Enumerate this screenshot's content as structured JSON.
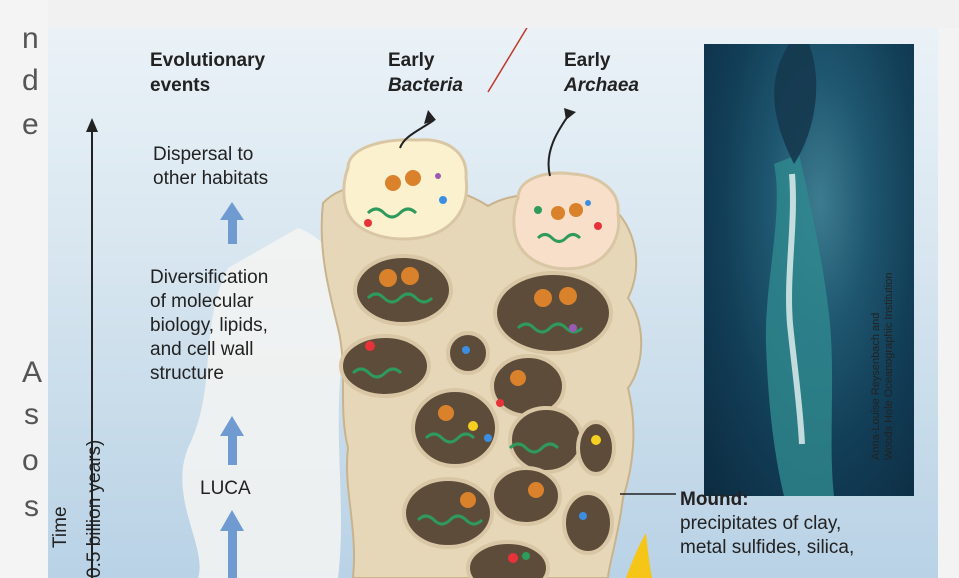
{
  "left_strip": {
    "chars": [
      "n",
      "d",
      "e",
      "A",
      "s",
      "o",
      "s"
    ]
  },
  "headings": {
    "evolutionary": [
      "Evolutionary",
      "events"
    ],
    "bacteria": [
      "Early",
      "Bacteria"
    ],
    "archaea": [
      "Early",
      "Archaea"
    ]
  },
  "events": {
    "dispersal": [
      "Dispersal to",
      "other habitats"
    ],
    "diversification": [
      "Diversification",
      "of molecular",
      "biology, lipids,",
      "and cell wall",
      "structure"
    ],
    "luca": "LUCA"
  },
  "axis": {
    "time": "Time",
    "billion": "0.5 billion years)"
  },
  "mound": {
    "title": "Mound:",
    "lines": [
      "precipitates of clay,",
      "metal sulfides, silica,"
    ]
  },
  "photo_credit": [
    "Anna-Louise Reysenbach and",
    "Woods Hole Oceanographic Institution"
  ],
  "colors": {
    "arrow_blue": "#6f9bd1",
    "mound": "#e6d6bb",
    "cell_dark": "#5a4a3a",
    "line_red": "#c0392b"
  }
}
